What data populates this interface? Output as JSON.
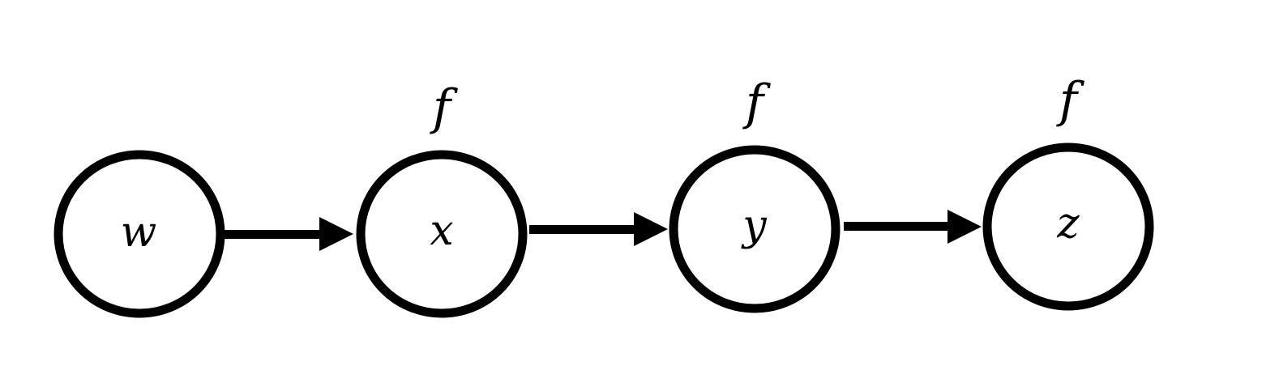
{
  "diagram": {
    "nodes": [
      {
        "id": "w",
        "label": "w",
        "function_label": ""
      },
      {
        "id": "x",
        "label": "x",
        "function_label": "f"
      },
      {
        "id": "y",
        "label": "y",
        "function_label": "f"
      },
      {
        "id": "z",
        "label": "z",
        "function_label": "f"
      }
    ],
    "edges": [
      {
        "from": "w",
        "to": "x"
      },
      {
        "from": "x",
        "to": "y"
      },
      {
        "from": "y",
        "to": "z"
      }
    ],
    "colors": {
      "stroke": "#000000",
      "background": "#ffffff"
    }
  }
}
